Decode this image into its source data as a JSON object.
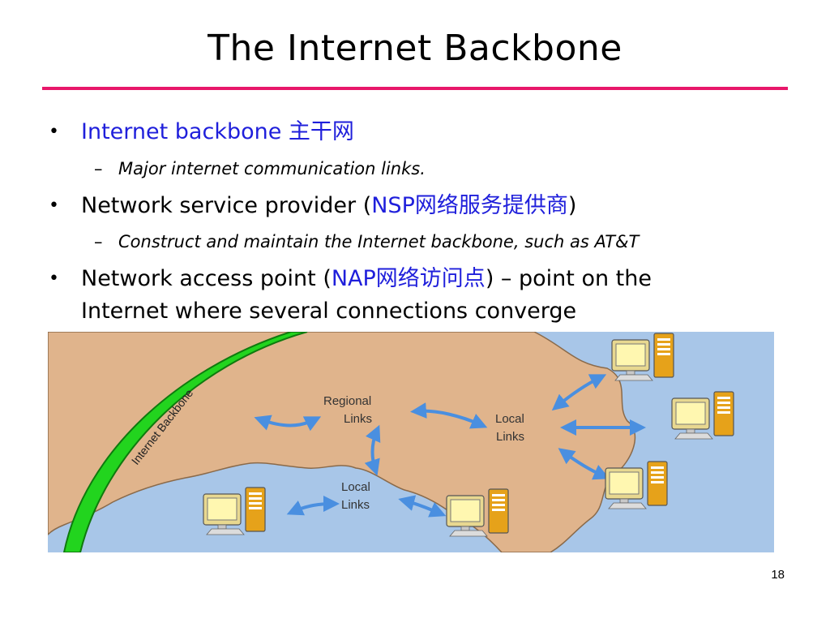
{
  "slide": {
    "title": "The Internet Backbone",
    "page_number": "18",
    "accent_color": "#e8176a",
    "highlight_color": "#1f1fdb"
  },
  "bullets": {
    "b1": {
      "label": "Internet backbone 主干网"
    },
    "b1_sub": {
      "text": "Major internet communication links."
    },
    "b2": {
      "prefix": "Network service provider (",
      "highlight": "NSP网络服务提供商",
      "suffix": ")"
    },
    "b2_sub": {
      "text": "Construct and maintain the Internet backbone, such as AT&T"
    },
    "b3": {
      "prefix": "Network access point (",
      "highlight": "NAP网络访问点",
      "suffix": ") – point on the",
      "line2": "Internet where several connections converge"
    }
  },
  "illustration": {
    "backbone_label": "Internet Backbone",
    "regional_line1": "Regional",
    "regional_line2": "Links",
    "local_right_line1": "Local",
    "local_right_line2": "Links",
    "local_bottom_line1": "Local",
    "local_bottom_line2": "Links",
    "colors": {
      "land": "#e0b48c",
      "water": "#a8c6e8",
      "backbone": "#22d41e",
      "arrow": "#4a8fe0",
      "computer_body": "#e8d890",
      "screen": "#fff7b0"
    }
  }
}
